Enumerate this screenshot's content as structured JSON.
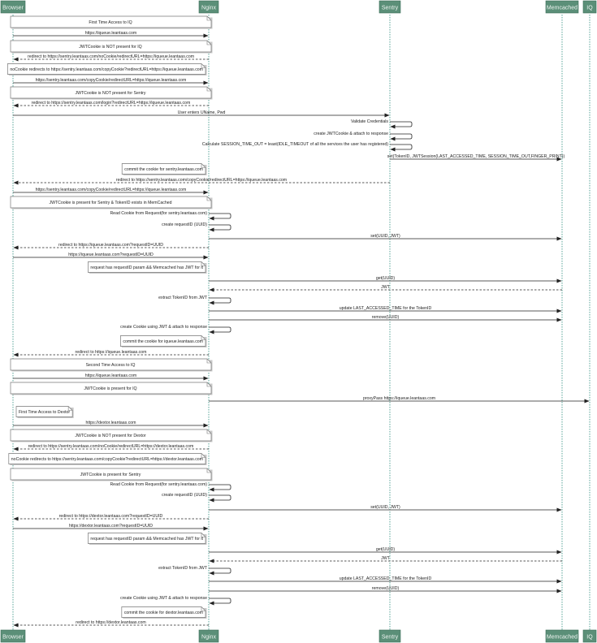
{
  "participants": [
    {
      "id": "browser",
      "label": "Browser"
    },
    {
      "id": "nginx",
      "label": "Nginx"
    },
    {
      "id": "sentry",
      "label": "Sentry"
    },
    {
      "id": "memcached",
      "label": "Memcached"
    },
    {
      "id": "iq",
      "label": "IQ"
    }
  ],
  "colors": {
    "header_fill": "#5b8f78",
    "lifeline": "#2f8f7f",
    "arrow": "#222222"
  },
  "steps": [
    {
      "kind": "over",
      "label": "First Time Access to IQ"
    },
    {
      "kind": "msg",
      "from": "browser",
      "to": "nginx",
      "label": "https://iqueue.leantaas.com"
    },
    {
      "kind": "over",
      "label": "JWTCookie is NOT present for IQ"
    },
    {
      "kind": "ret",
      "from": "nginx",
      "to": "browser",
      "label": "redirect to https://sentry.leantaas.com/noCookie/redirectURL=https://iqueue.leantaas.com"
    },
    {
      "kind": "note",
      "label": "noCookie redirects to https://sentry.leantaas.com/copyCookie?redirectURL=https://iqueue.leantaas.com"
    },
    {
      "kind": "msg",
      "from": "browser",
      "to": "nginx",
      "label": "https://sentry.leantaas.com/copyCookie/redirectURL=https://iqueue.leantaas.com"
    },
    {
      "kind": "over",
      "label": "JWTCookie is NOT present for Sentry"
    },
    {
      "kind": "ret",
      "from": "nginx",
      "to": "browser",
      "label": "redirect to https://sentry.leantaas.com/login?redirectURL=https://iqueue.leantaas.com"
    },
    {
      "kind": "msg",
      "from": "browser",
      "to": "sentry",
      "label": "User enters UName, Pwd"
    },
    {
      "kind": "self",
      "at": "sentry",
      "label": "Validate Credentials"
    },
    {
      "kind": "self",
      "at": "sentry",
      "label": "create JWTCookie & attach to response"
    },
    {
      "kind": "self",
      "at": "sentry",
      "label": "Calculate SESSION_TIME_OUT = least(IDLE_TIMEOUT of all the services the user has registered)"
    },
    {
      "kind": "msg",
      "from": "sentry",
      "to": "memcached",
      "label": "set(TokenID, JWTSession(LAST_ACCESSED_TIME, SESSION_TIME_OUT,FINGER_PRINT))"
    },
    {
      "kind": "note",
      "label": "commit the cookie for sentry.leantaas.com"
    },
    {
      "kind": "ret",
      "from": "sentry",
      "to": "browser",
      "label": "redirect to https://sentry.leantaas.com/copyCookie/redirectURL=https://iqueue.leantaas.com"
    },
    {
      "kind": "msg",
      "from": "browser",
      "to": "nginx",
      "label": "https://sentry.leantaas.com/copyCookie/redirectURL=https://iqueue.leantaas.com"
    },
    {
      "kind": "over",
      "label": "JWTCookie is present for Sentry & TokenID exists in MemCached"
    },
    {
      "kind": "self",
      "at": "nginx",
      "label": "Read Cookie from Request(for sentry.leantaas.com)"
    },
    {
      "kind": "self",
      "at": "nginx",
      "label": "create requestID (UUID)"
    },
    {
      "kind": "msg",
      "from": "nginx",
      "to": "memcached",
      "label": "set(UUID, JWT)"
    },
    {
      "kind": "ret",
      "from": "nginx",
      "to": "browser",
      "label": "redirect to https://iqueue.leantaas.com?requestID=UUID"
    },
    {
      "kind": "msg",
      "from": "browser",
      "to": "nginx",
      "label": "https://iqueue.leantaas.com?requestID=UUID"
    },
    {
      "kind": "note",
      "label": "request has requestID param && Memcached has JWT for it"
    },
    {
      "kind": "msg",
      "from": "nginx",
      "to": "memcached",
      "label": "get(UUID)"
    },
    {
      "kind": "ret",
      "from": "memcached",
      "to": "nginx",
      "label": "JWT"
    },
    {
      "kind": "self",
      "at": "nginx",
      "label": "extract TokenID from JWT"
    },
    {
      "kind": "msg",
      "from": "nginx",
      "to": "memcached",
      "label": "update LAST_ACCESSED_TIME for the TokenID"
    },
    {
      "kind": "msg",
      "from": "nginx",
      "to": "memcached",
      "label": "remove(UUID)"
    },
    {
      "kind": "self",
      "at": "nginx",
      "label": "create Cookie using JWT & attach to response"
    },
    {
      "kind": "note",
      "label": "commit the cookie for iqueue.leantaas.com"
    },
    {
      "kind": "ret",
      "from": "nginx",
      "to": "browser",
      "label": "redirect to https://iqueue.leantaas.com"
    },
    {
      "kind": "over",
      "label": "Second Time Access to IQ"
    },
    {
      "kind": "msg",
      "from": "browser",
      "to": "nginx",
      "label": "https://iqueue.leantaas.com"
    },
    {
      "kind": "over",
      "label": "JWTCookie is present for IQ"
    },
    {
      "kind": "msg",
      "from": "nginx",
      "to": "iq",
      "label": "proxyPass https://iqueue.leantaas.com"
    },
    {
      "kind": "noteright",
      "label": "First Time Access to Dextor"
    },
    {
      "kind": "msg",
      "from": "browser",
      "to": "nginx",
      "label": "https://dextor.leantaas.com"
    },
    {
      "kind": "over",
      "label": "JWTCookie is NOT present for Dextor"
    },
    {
      "kind": "ret",
      "from": "nginx",
      "to": "browser",
      "label": "redirect to https://sentry.leantaas.com/noCookie/redirectURL=https://dextor.leantaas.com"
    },
    {
      "kind": "note",
      "label": "noCookie redirects to https://sentry.leantaas.com/copyCookie?redirectURL=https://dextor.leantaas.com"
    },
    {
      "kind": "over",
      "label": "JWTCookie is present for Sentry"
    },
    {
      "kind": "self",
      "at": "nginx",
      "label": "Read Cookie from Request(for sentry.leantaas.com)"
    },
    {
      "kind": "self",
      "at": "nginx",
      "label": "create requestID (UUID)"
    },
    {
      "kind": "msg",
      "from": "nginx",
      "to": "memcached",
      "label": "set(UUID, JWT)"
    },
    {
      "kind": "ret",
      "from": "nginx",
      "to": "browser",
      "label": "redirect to https://dextor.leantaas.com?requestID=UUID"
    },
    {
      "kind": "msg",
      "from": "browser",
      "to": "nginx",
      "label": "https://dextor.leantaas.com?requestID=UUID"
    },
    {
      "kind": "note",
      "label": "request has requestID param && Memcached has JWT for it"
    },
    {
      "kind": "msg",
      "from": "nginx",
      "to": "memcached",
      "label": "get(UUID)"
    },
    {
      "kind": "ret",
      "from": "memcached",
      "to": "nginx",
      "label": "JWT"
    },
    {
      "kind": "self",
      "at": "nginx",
      "label": "extract TokenID from JWT"
    },
    {
      "kind": "msg",
      "from": "nginx",
      "to": "memcached",
      "label": "update LAST_ACCESSED_TIME for the TokenID"
    },
    {
      "kind": "msg",
      "from": "nginx",
      "to": "memcached",
      "label": "remove(UUID)"
    },
    {
      "kind": "self",
      "at": "nginx",
      "label": "create Cookie using JWT & attach to response"
    },
    {
      "kind": "note",
      "label": "commit the cookie for dextor.leantaas.com"
    },
    {
      "kind": "ret",
      "from": "nginx",
      "to": "browser",
      "label": "redirect to https://dextor.leantaas.com"
    }
  ]
}
